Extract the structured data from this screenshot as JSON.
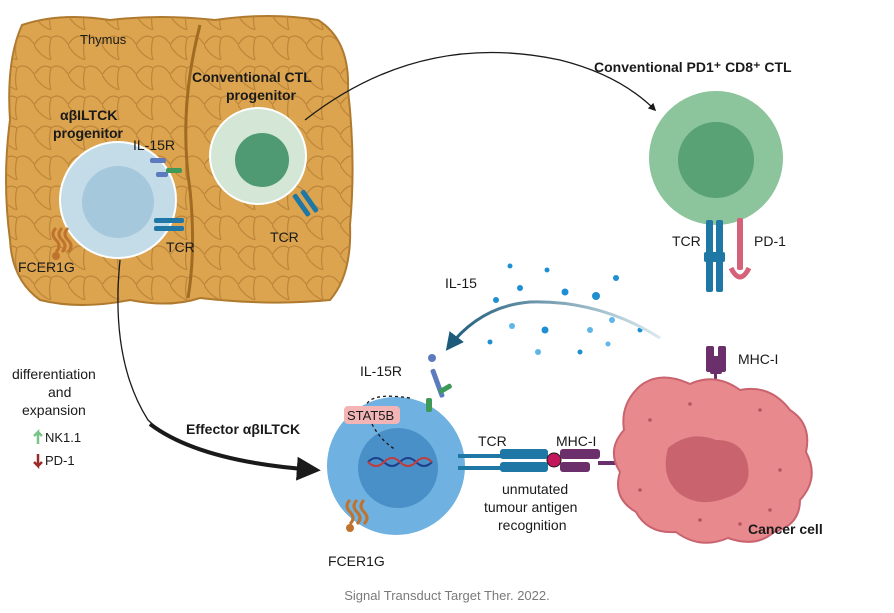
{
  "labels": {
    "thymus": "Thymus",
    "ab_progenitor_line1": "αβILTCK",
    "ab_progenitor_line2": "progenitor",
    "conv_progenitor_line1": "Conventional CTL",
    "conv_progenitor_line2": "progenitor",
    "il15r_top": "IL-15R",
    "tcr_progenitor": "TCR",
    "tcr_conv_progenitor": "TCR",
    "fcer1g_top": "FCER1G",
    "conv_ctl_title": "Conventional PD1⁺ CD8⁺ CTL",
    "tcr_ctl": "TCR",
    "pd1_ctl": "PD-1",
    "il15": "IL-15",
    "mhc_cancer_top": "MHC-I",
    "differentiation_line1": "differentiation",
    "differentiation_line2": "and",
    "differentiation_line3": "expansion",
    "nk11": "NK1.1",
    "pd1_down": "PD-1",
    "effector_title": "Effector αβILTCK",
    "il15r_effector": "IL-15R",
    "stat5b": "STAT5B",
    "tcr_effector": "TCR",
    "mhc_effector": "MHC-I",
    "unmutated_line1": "unmutated",
    "unmutated_line2": "tumour antigen",
    "unmutated_line3": "recognition",
    "cancer_cell": "Cancer cell",
    "fcer1g_bottom": "FCER1G"
  },
  "caption": "Signal Transduct Target Ther. 2022.",
  "colors": {
    "thymus": "#dca44f",
    "thymus_edge": "#b07a2e",
    "progenitor_outer": "#c4dce8",
    "progenitor_inner": "#a5c8dd",
    "conv_outer": "#d4e6d6",
    "conv_inner": "#4f9a72",
    "ctl_outer": "#8cc49c",
    "ctl_inner": "#58a276",
    "effector_outer": "#6fb1e0",
    "effector_inner": "#4a90c8",
    "cancer": "#e8898e",
    "cancer_nucleus": "#c9646f",
    "tcr": "#1f77a6",
    "mhc": "#6b2f6b",
    "pd1": "#d66279",
    "il15_dot": "#1f8fd1",
    "arrow": "#1a1a1a",
    "arrow_il15": "#1d5b7a",
    "up_arrow": "#79c48a",
    "down_arrow": "#9b2a2a"
  }
}
